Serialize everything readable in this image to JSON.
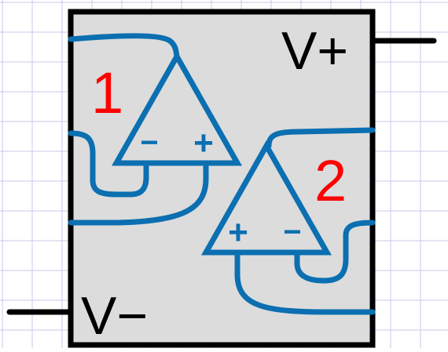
{
  "supply": {
    "positive_label": "V+",
    "negative_label": "V−"
  },
  "amplifiers": [
    {
      "number": "1",
      "left_input_sign": "−",
      "right_input_sign": "+"
    },
    {
      "number": "2",
      "left_input_sign": "+",
      "right_input_sign": "−"
    }
  ],
  "colors": {
    "package_fill": "#dcdcdc",
    "outline": "#000000",
    "wire": "#0b6fb1",
    "amplifier_number": "#ff0000",
    "grid": "#c8c8e8"
  }
}
